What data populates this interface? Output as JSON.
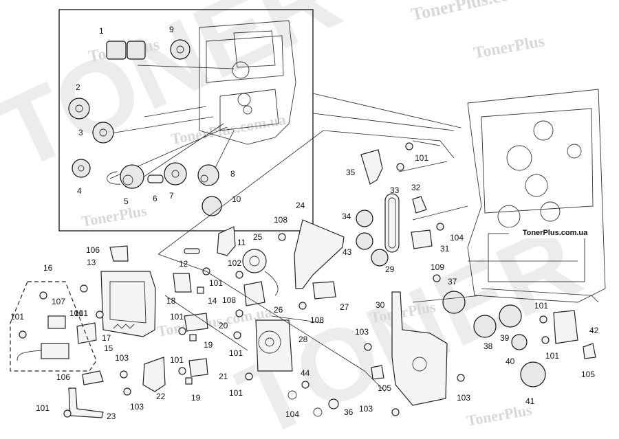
{
  "watermark": {
    "site": "TonerPlus",
    "url": "TonerPlus.com.ua",
    "big_text": "TONER"
  },
  "labels": [
    {
      "id": "1",
      "text": "1"
    },
    {
      "id": "9",
      "text": "9"
    },
    {
      "id": "2",
      "text": "2"
    },
    {
      "id": "3",
      "text": "3"
    },
    {
      "id": "4",
      "text": "4"
    },
    {
      "id": "5",
      "text": "5"
    },
    {
      "id": "6",
      "text": "6"
    },
    {
      "id": "7",
      "text": "7"
    },
    {
      "id": "8",
      "text": "8"
    },
    {
      "id": "10",
      "text": "10"
    },
    {
      "id": "11",
      "text": "11"
    },
    {
      "id": "12",
      "text": "12"
    },
    {
      "id": "13",
      "text": "13"
    },
    {
      "id": "14",
      "text": "14"
    },
    {
      "id": "15",
      "text": "15"
    },
    {
      "id": "16",
      "text": "16"
    },
    {
      "id": "17",
      "text": "17"
    },
    {
      "id": "18",
      "text": "18"
    },
    {
      "id": "19a",
      "text": "19"
    },
    {
      "id": "19b",
      "text": "19"
    },
    {
      "id": "20",
      "text": "20"
    },
    {
      "id": "21",
      "text": "21"
    },
    {
      "id": "22",
      "text": "22"
    },
    {
      "id": "23",
      "text": "23"
    },
    {
      "id": "24",
      "text": "24"
    },
    {
      "id": "25",
      "text": "25"
    },
    {
      "id": "26",
      "text": "26"
    },
    {
      "id": "27",
      "text": "27"
    },
    {
      "id": "28",
      "text": "28"
    },
    {
      "id": "29",
      "text": "29"
    },
    {
      "id": "30",
      "text": "30"
    },
    {
      "id": "31",
      "text": "31"
    },
    {
      "id": "32",
      "text": "32"
    },
    {
      "id": "33",
      "text": "33"
    },
    {
      "id": "34",
      "text": "34"
    },
    {
      "id": "35",
      "text": "35"
    },
    {
      "id": "36",
      "text": "36"
    },
    {
      "id": "37",
      "text": "37"
    },
    {
      "id": "38",
      "text": "38"
    },
    {
      "id": "39",
      "text": "39"
    },
    {
      "id": "40",
      "text": "40"
    },
    {
      "id": "41",
      "text": "41"
    },
    {
      "id": "42",
      "text": "42"
    },
    {
      "id": "43",
      "text": "43"
    },
    {
      "id": "44",
      "text": "44"
    },
    {
      "id": "101a",
      "text": "101"
    },
    {
      "id": "101b",
      "text": "101"
    },
    {
      "id": "101c",
      "text": "101"
    },
    {
      "id": "101d",
      "text": "101"
    },
    {
      "id": "101e",
      "text": "101"
    },
    {
      "id": "101f",
      "text": "101"
    },
    {
      "id": "101g",
      "text": "101"
    },
    {
      "id": "101h",
      "text": "101"
    },
    {
      "id": "101i",
      "text": "101"
    },
    {
      "id": "101j",
      "text": "101"
    },
    {
      "id": "101k",
      "text": "101"
    },
    {
      "id": "101l",
      "text": "101"
    },
    {
      "id": "102",
      "text": "102"
    },
    {
      "id": "103a",
      "text": "103"
    },
    {
      "id": "103b",
      "text": "103"
    },
    {
      "id": "103c",
      "text": "103"
    },
    {
      "id": "103d",
      "text": "103"
    },
    {
      "id": "103e",
      "text": "103"
    },
    {
      "id": "104a",
      "text": "104"
    },
    {
      "id": "104b",
      "text": "104"
    },
    {
      "id": "105a",
      "text": "105"
    },
    {
      "id": "105b",
      "text": "105"
    },
    {
      "id": "106a",
      "text": "106"
    },
    {
      "id": "106b",
      "text": "106"
    },
    {
      "id": "107",
      "text": "107"
    },
    {
      "id": "108a",
      "text": "108"
    },
    {
      "id": "108b",
      "text": "108"
    },
    {
      "id": "108c",
      "text": "108"
    },
    {
      "id": "109",
      "text": "109"
    }
  ]
}
